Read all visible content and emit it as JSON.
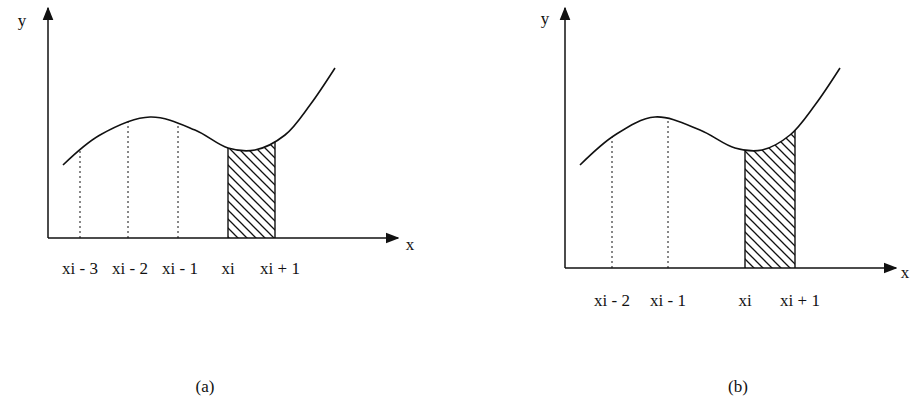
{
  "diagram": {
    "labels": [
      "y",
      "x",
      "xi - 3",
      "xi - 2",
      "xi - 1",
      "xi",
      "xi + 1",
      "(a)",
      "y",
      "x",
      "xi - 2",
      "xi - 1",
      "xi",
      "xi + 1",
      "(b)"
    ]
  }
}
